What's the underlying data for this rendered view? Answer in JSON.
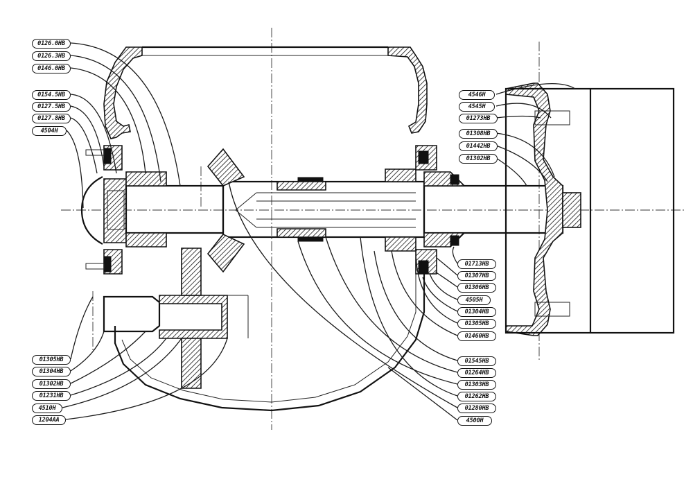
{
  "labels_left": [
    "0126.0HB",
    "0126.3HB",
    "0146.0HB",
    "0154.5HB",
    "0127.5HB",
    "0127.8HB",
    "4504H"
  ],
  "labels_left_bottom": [
    "01305HB",
    "01304HB",
    "01302HB",
    "01231HB",
    "4510H",
    "1204AA"
  ],
  "labels_right_top": [
    "4546H",
    "4545H",
    "01273HB",
    "01308HB",
    "01442HB",
    "01302HB"
  ],
  "labels_right_mid": [
    "01713HB",
    "01307HB",
    "01306HB",
    "4505H",
    "01304HB",
    "01305HB",
    "01460HB"
  ],
  "labels_right_bottom": [
    "01545HB",
    "01264HB",
    "01303HB",
    "01262HB",
    "01280HB",
    "4500H"
  ]
}
